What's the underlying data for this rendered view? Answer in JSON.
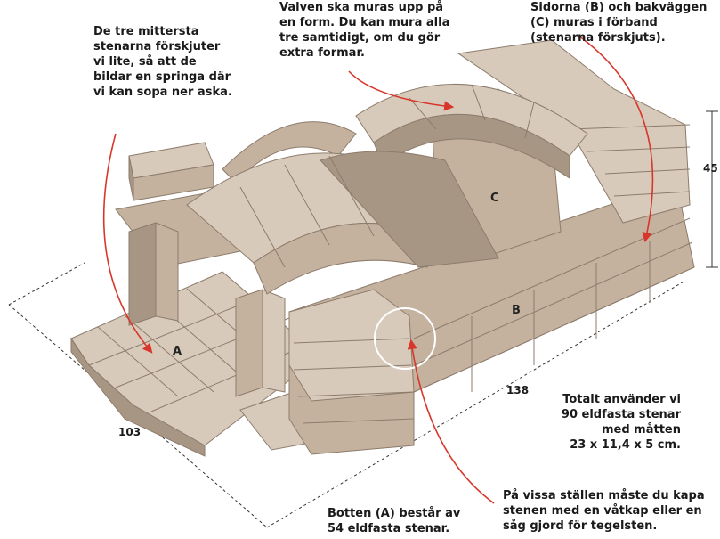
{
  "annotations": {
    "sweep_gap": "De tre mittersta\nstenarna förskjuter\nvi lite, så att de\nbildar en springa där\nvi kan sopa ner aska.",
    "vault": "Valven ska muras upp på\nen form. Du kan mura alla\ntre samtidigt, om du gör\nextra formar.",
    "sides": "Sidorna (B) och bakväggen\n(C) muras i förband\n(stenarna förskjuts).",
    "total": "Totalt använder vi\n90 eldfasta stenar\nmed måtten\n23 x 11,4 x 5 cm.",
    "bottom": "Botten (A) består av\n54 eldfasta stenar.",
    "cut": "På vissa ställen måste du kapa\nstenen med en våtkap eller en\nsåg gjord för tegelsten."
  },
  "markers": {
    "a": "A",
    "b": "B",
    "c": "C"
  },
  "dimensions": {
    "height": "45",
    "length": "138",
    "width": "103"
  },
  "colors": {
    "brick_light": "#d8cabb",
    "brick_mid": "#c4b29f",
    "brick_dark": "#a89684",
    "mortar": "#8d7c6c",
    "arrow": "#d8362a",
    "highlight_circle": "#ffffff"
  }
}
